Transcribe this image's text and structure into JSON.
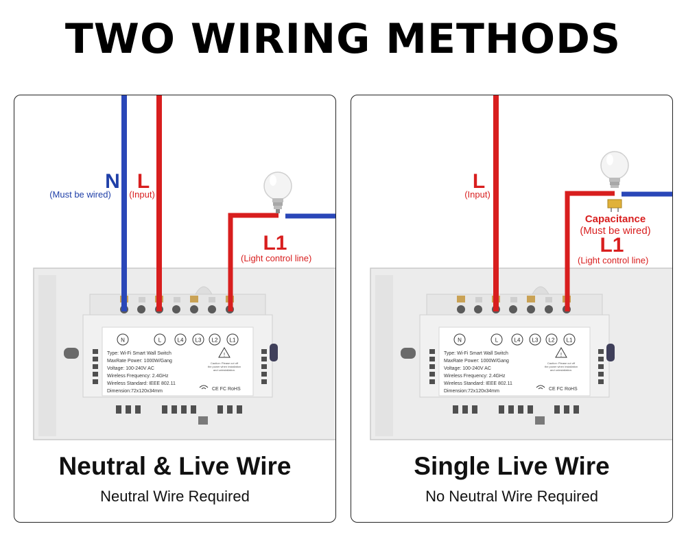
{
  "title": "TWO WIRING METHODS",
  "colors": {
    "neutral_wire": "#2a47b8",
    "live_wire": "#d81e1e",
    "panel_border": "#222222"
  },
  "methods": [
    {
      "caption": "Neutral & Live Wire",
      "subcaption": "Neutral Wire Required",
      "wires": [
        {
          "code": "N",
          "note": "(Must be wired)"
        },
        {
          "code": "L",
          "note": "(Input)"
        },
        {
          "code": "L1",
          "note": "(Light control line)"
        }
      ]
    },
    {
      "caption": "Single Live Wire",
      "subcaption": "No Neutral Wire Required",
      "wires": [
        {
          "code": "L",
          "note": "(Input)"
        },
        {
          "code": "L1",
          "note": "(Light control line)"
        }
      ],
      "capacitance": {
        "label": "Capacitance",
        "note": "(Must be wired)"
      }
    }
  ],
  "switch_label": {
    "terminals": [
      "N",
      "L",
      "L4",
      "L3",
      "L2",
      "L1"
    ],
    "specs": [
      "Type: Wi-Fi Smart Wall Switch",
      "MaxRate Power: 1000W/Gang",
      "Voltage: 100-240V AC",
      "Wireless Frequency: 2.4GHz",
      "Wireless Standard: IEEE 802.11",
      "Dimension:72x120x34mm"
    ],
    "caution": [
      "Caution: Please cut off",
      "the power when installation",
      "and uninstallation."
    ],
    "certifications": "CE FC RoHS",
    "icons": [
      "wifi-icon",
      "warning-triangle-icon"
    ]
  }
}
